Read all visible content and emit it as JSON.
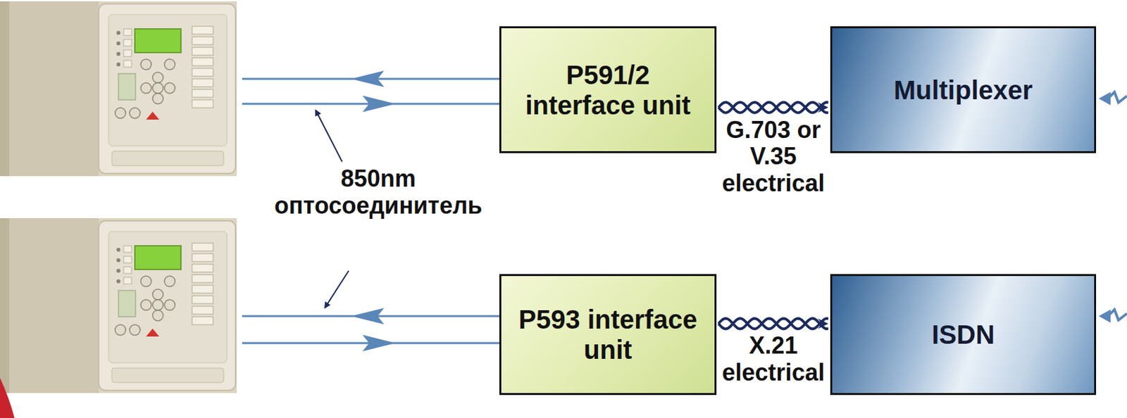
{
  "diagram": {
    "nodes": [
      {
        "text": [
          "P591/2 interface unit"
        ]
      },
      {
        "text": [
          "Multiplexer"
        ]
      },
      {
        "text": [
          "P593 interface unit"
        ]
      },
      {
        "text": [
          "ISDN"
        ]
      }
    ],
    "edges": [
      {
        "from": 0,
        "to": 1,
        "arrow": "to",
        "label": "G.703 or V.35 electrical"
      },
      {
        "from": 2,
        "to": 3,
        "arrow": "to",
        "label": "X.21 electrical"
      }
    ],
    "labels": [
      "850nm оптосоединитель"
    ]
  }
}
